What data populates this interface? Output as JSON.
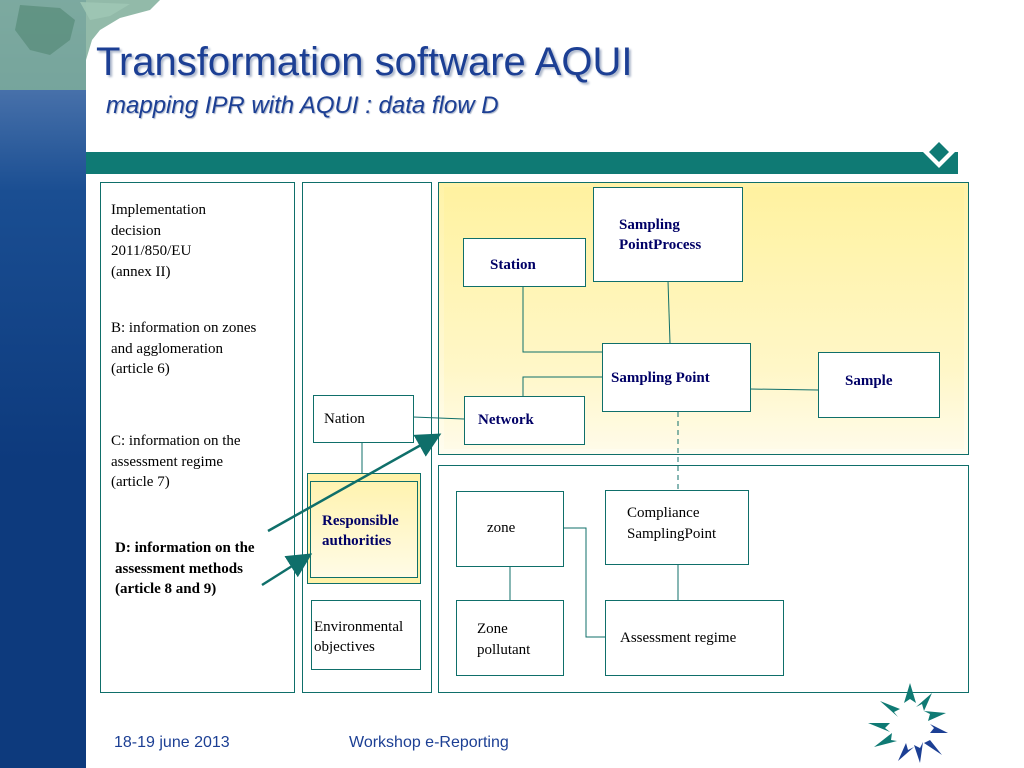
{
  "header": {
    "title": "Transformation software AQUI",
    "subtitle": "mapping IPR with AQUI : data flow D"
  },
  "left_panel": {
    "implementation_lines": [
      "Implementation",
      "decision",
      "2011/850/EU",
      "(annex II)"
    ],
    "b_lines": [
      "B: information on zones",
      "and agglomeration",
      "(article 6)"
    ],
    "c_lines": [
      "C: information on the",
      "assessment regime",
      "(article 7)"
    ],
    "d_lines": [
      "D: information on the",
      "assessment methods",
      "(article 8 and 9)"
    ]
  },
  "boxes": {
    "nation": "Nation",
    "responsible_1": "Responsible",
    "responsible_2": "authorities",
    "env_1": "Environmental",
    "env_2": "objectives",
    "station": "Station",
    "sampling_process_1": "Sampling",
    "sampling_process_2": "PointProcess",
    "sampling_point": "Sampling Point",
    "sample": "Sample",
    "network": "Network",
    "zone": "zone",
    "compliance_1": "Compliance",
    "compliance_2": "SamplingPoint",
    "zone_pollutant_1": "Zone",
    "zone_pollutant_2": "pollutant",
    "assessment_regime": "Assessment regime"
  },
  "footer": {
    "date": "18-19 june 2013",
    "event": "Workshop e-Reporting"
  },
  "colors": {
    "sidebar": "#0d3a7d",
    "teal": "#0f7a74",
    "title": "#1c3f94",
    "yellow": "#fff3a8"
  },
  "icons": [
    "eu-map-corner",
    "diamond-icon",
    "eu-logo-icon"
  ]
}
